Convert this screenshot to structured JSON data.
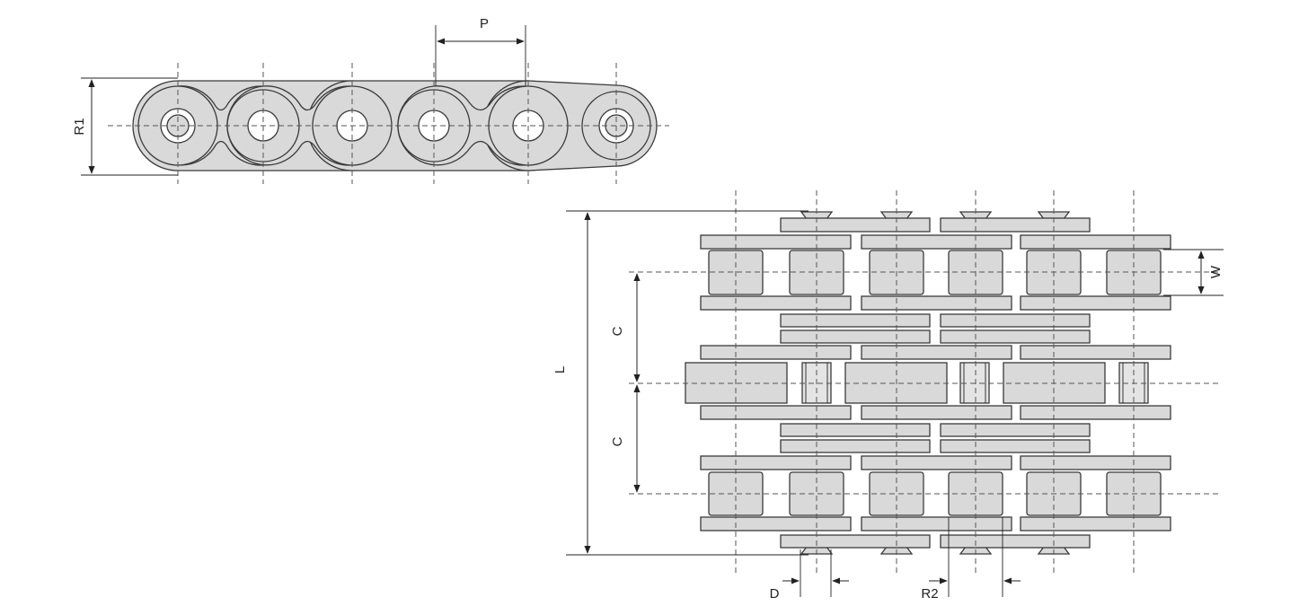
{
  "labels": {
    "pitch": "P",
    "height": "R1",
    "overall_width": "L",
    "center_distance_upper": "C",
    "center_distance_lower": "C",
    "roller_width": "W",
    "pin_diameter": "D",
    "roller_diameter": "R2"
  },
  "colors": {
    "part_fill": "#d9d9d9",
    "outline": "#3a3a3a",
    "background": "#ffffff"
  }
}
